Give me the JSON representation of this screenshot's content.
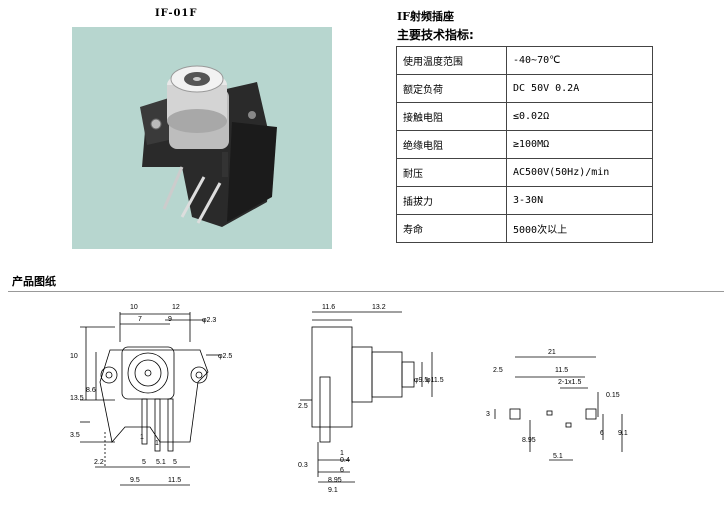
{
  "product": {
    "model_label": "IF-01F",
    "name_label": "IF射频插座"
  },
  "specs": {
    "heading": "主要技术指标:",
    "rows": [
      {
        "key": "使用温度范围",
        "value": "-40~70℃"
      },
      {
        "key": "额定负荷",
        "value": "DC 50V 0.2A"
      },
      {
        "key": "接触电阻",
        "value": "≤0.02Ω"
      },
      {
        "key": "绝缘电阻",
        "value": "≥100MΩ"
      },
      {
        "key": "耐压",
        "value": "AC500V(50Hz)/min"
      },
      {
        "key": "插拔力",
        "value": "3-30N"
      },
      {
        "key": "寿命",
        "value": "5000次以上"
      }
    ]
  },
  "drawing": {
    "title": "产品图纸",
    "front": [
      "10",
      "12",
      "7",
      "9",
      "φ2.3",
      "φ2.5",
      "10",
      "13.5",
      "8.6",
      "3.5",
      "1",
      "1",
      "2.2",
      "5",
      "5.1",
      "5",
      "9.5",
      "11.5"
    ],
    "side": [
      "11.6",
      "13.2",
      "φ9.5",
      "φ11.5",
      "2.5",
      "1",
      "0.4",
      "0.3",
      "6",
      "8.95",
      "9.1"
    ],
    "pcb": [
      "21",
      "2.5",
      "11.5",
      "2-1x1.5",
      "0.15",
      "3",
      "8.95",
      "6",
      "9.1",
      "5.1"
    ]
  },
  "colors": {
    "photo_background": "#b7d6cf",
    "table_border": "#444444"
  }
}
